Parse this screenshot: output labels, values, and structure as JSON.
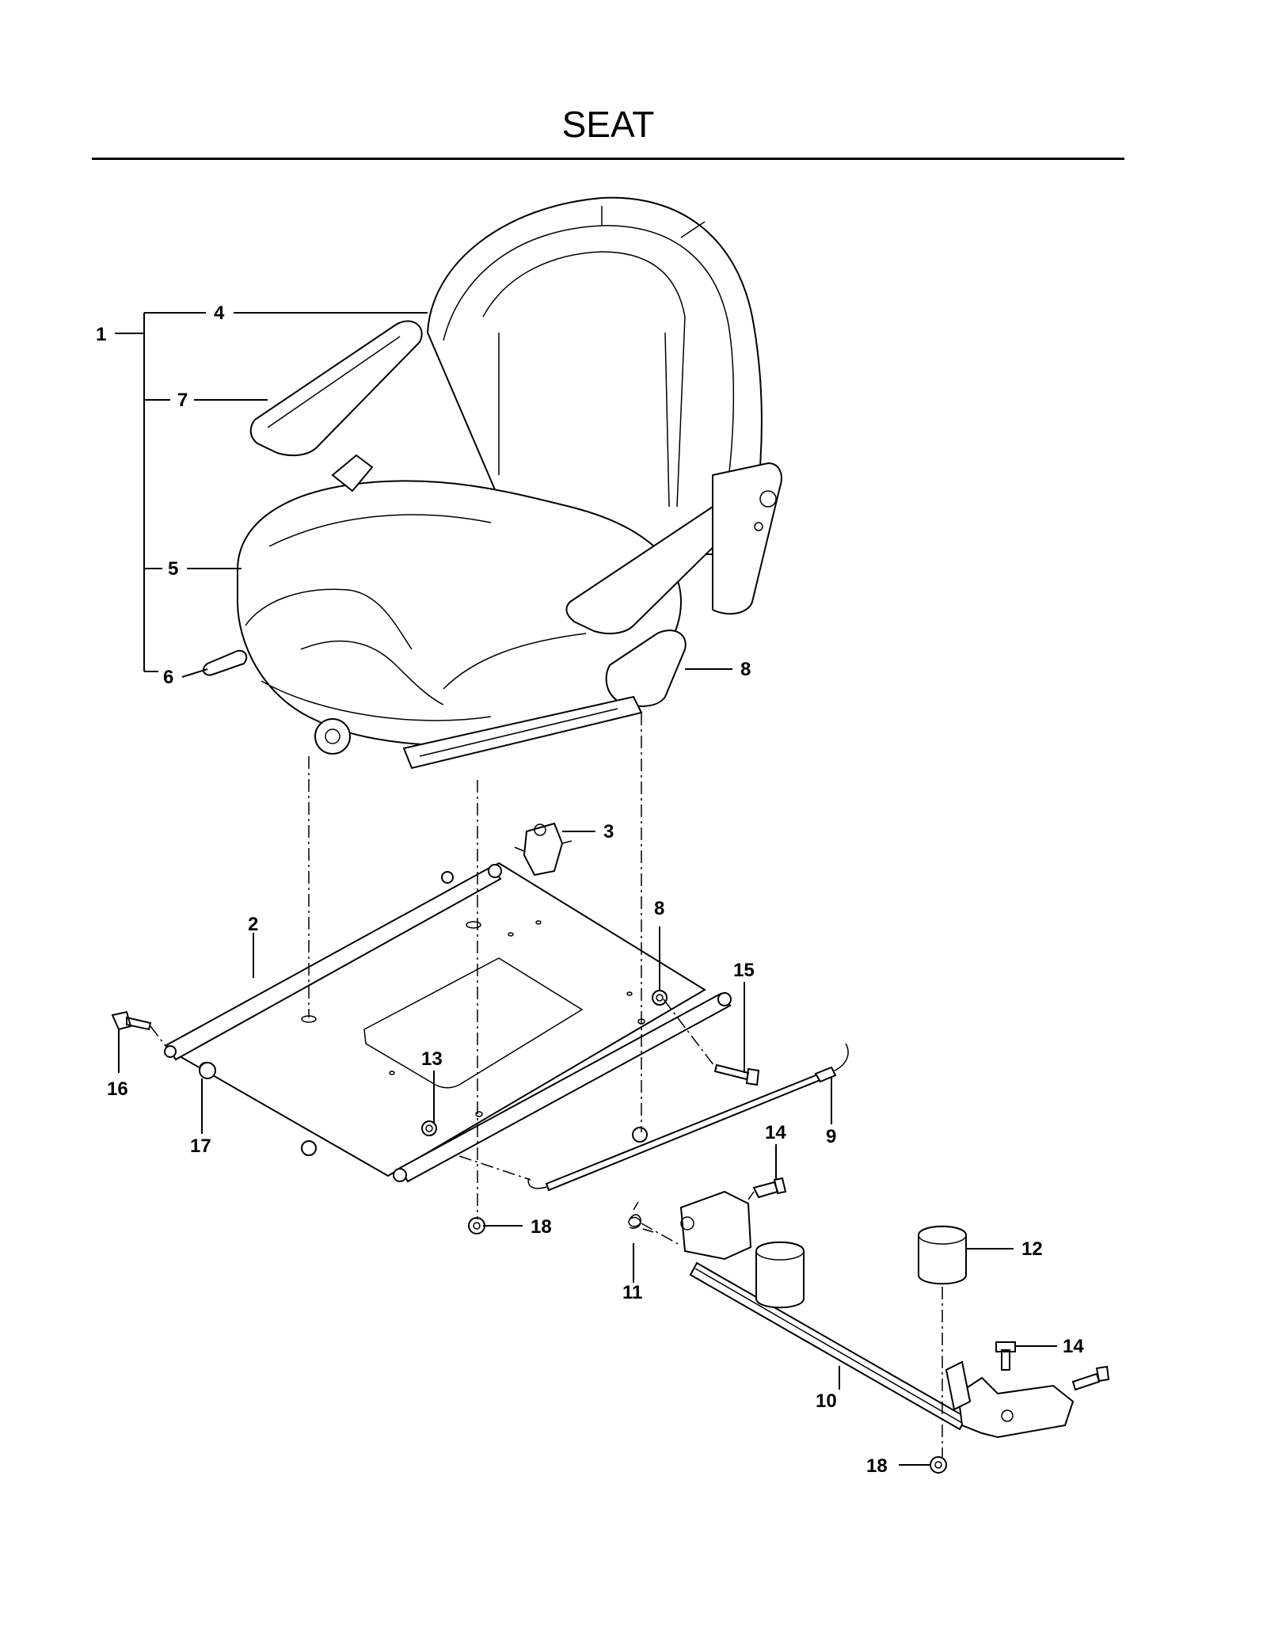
{
  "title": "SEAT",
  "callouts": [
    {
      "id": "c1",
      "text": "1"
    },
    {
      "id": "c2",
      "text": "2"
    },
    {
      "id": "c3",
      "text": "3"
    },
    {
      "id": "c4",
      "text": "4"
    },
    {
      "id": "c5",
      "text": "5"
    },
    {
      "id": "c6",
      "text": "6"
    },
    {
      "id": "c7",
      "text": "7"
    },
    {
      "id": "c8a",
      "text": "8"
    },
    {
      "id": "c8b",
      "text": "8"
    },
    {
      "id": "c9",
      "text": "9"
    },
    {
      "id": "c10",
      "text": "10"
    },
    {
      "id": "c11",
      "text": "11"
    },
    {
      "id": "c12",
      "text": "12"
    },
    {
      "id": "c13",
      "text": "13"
    },
    {
      "id": "c14a",
      "text": "14"
    },
    {
      "id": "c14b",
      "text": "14"
    },
    {
      "id": "c15",
      "text": "15"
    },
    {
      "id": "c16",
      "text": "16"
    },
    {
      "id": "c17",
      "text": "17"
    },
    {
      "id": "c18a",
      "text": "18"
    },
    {
      "id": "c18b",
      "text": "18"
    }
  ]
}
